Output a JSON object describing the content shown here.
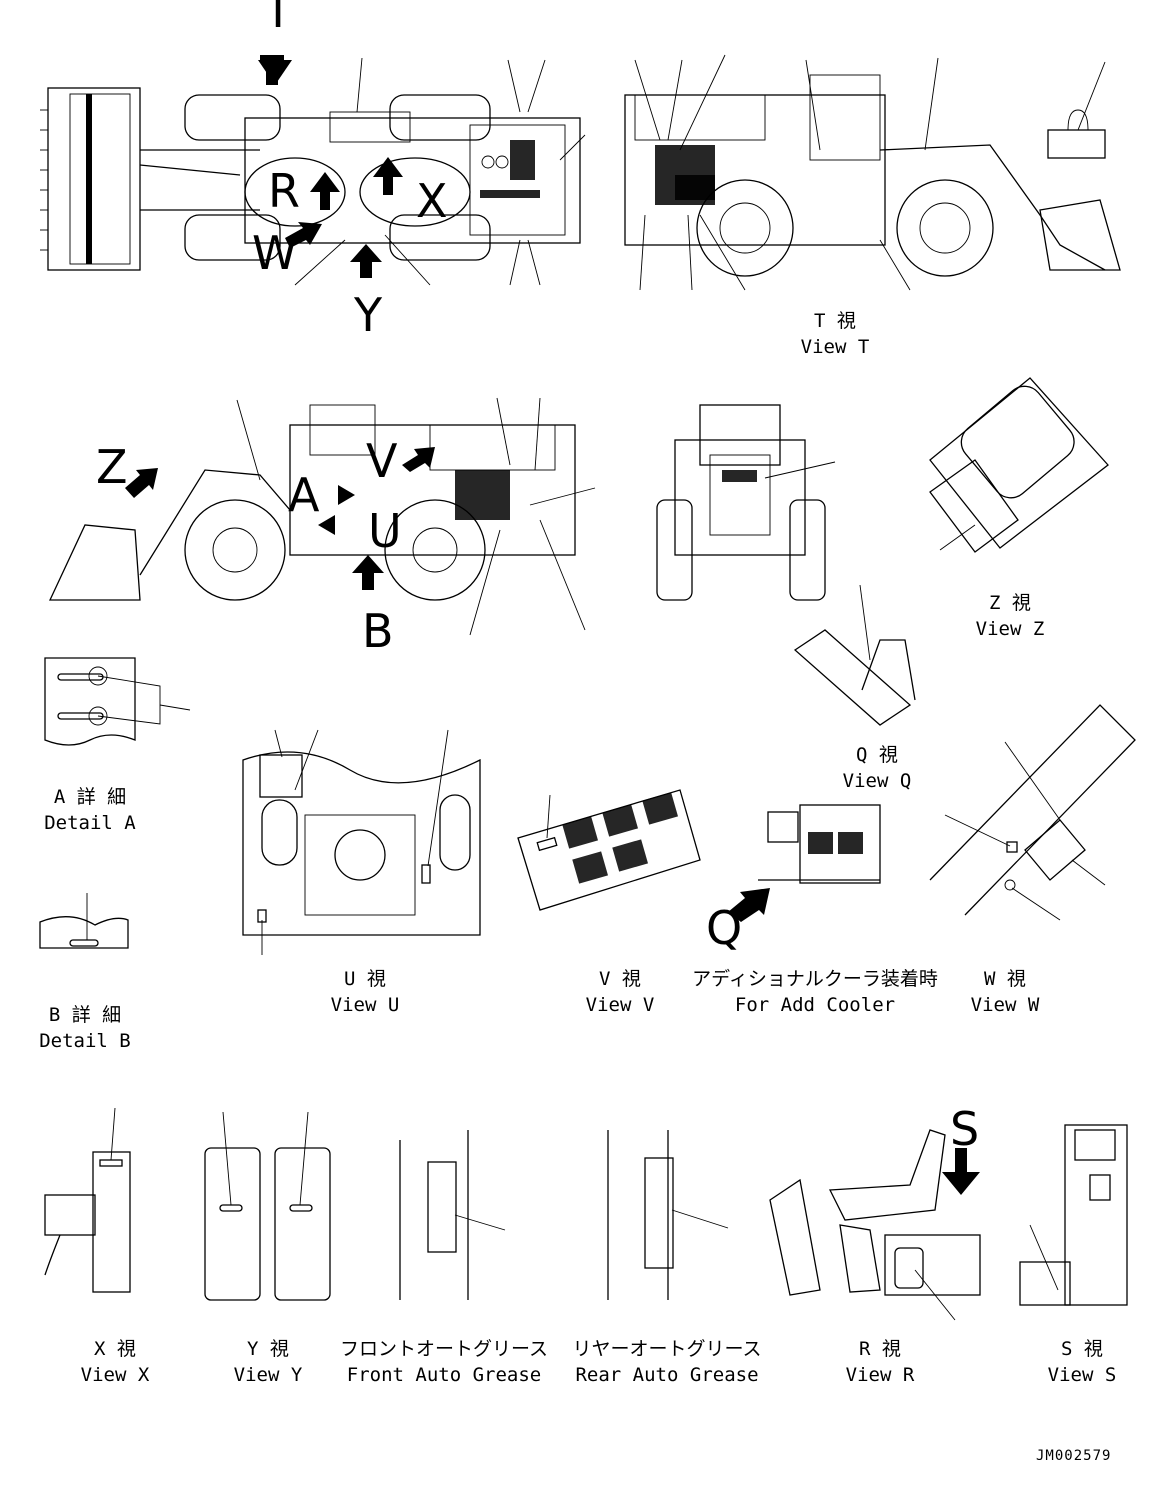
{
  "captions": {
    "view_t": {
      "jp": "T 視",
      "en": "View T"
    },
    "view_z": {
      "jp": "Z 視",
      "en": "View Z"
    },
    "view_q": {
      "jp": "Q 視",
      "en": "View Q"
    },
    "detail_a": {
      "jp": "A 詳 細",
      "en": "Detail A"
    },
    "detail_b": {
      "jp": "B 詳 細",
      "en": "Detail B"
    },
    "view_u": {
      "jp": "U 視",
      "en": "View U"
    },
    "view_v": {
      "jp": "V 視",
      "en": "View V"
    },
    "add_cooler": {
      "jp": "アディショナルクーラ装着時",
      "en": "For Add Cooler"
    },
    "view_w": {
      "jp": "W 視",
      "en": "View W"
    },
    "view_x": {
      "jp": "X 視",
      "en": "View X"
    },
    "view_y": {
      "jp": "Y 視",
      "en": "View Y"
    },
    "front_grease": {
      "jp": "フロントオートグリース",
      "en": "Front Auto Grease"
    },
    "rear_grease": {
      "jp": "リヤーオートグリース",
      "en": "Rear Auto Grease"
    },
    "view_r": {
      "jp": "R 視",
      "en": "View R"
    },
    "view_s": {
      "jp": "S 視",
      "en": "View S"
    }
  },
  "view_letters": {
    "t": "T",
    "r": "R",
    "x": "X",
    "w": "W",
    "y": "Y",
    "z": "Z",
    "a": "A",
    "v": "V",
    "u": "U",
    "b": "B",
    "q": "Q",
    "s": "S"
  },
  "drawing_code": "JM002579",
  "icons": [
    "arrow-icon",
    "decal-label-icon",
    "leader-line"
  ]
}
